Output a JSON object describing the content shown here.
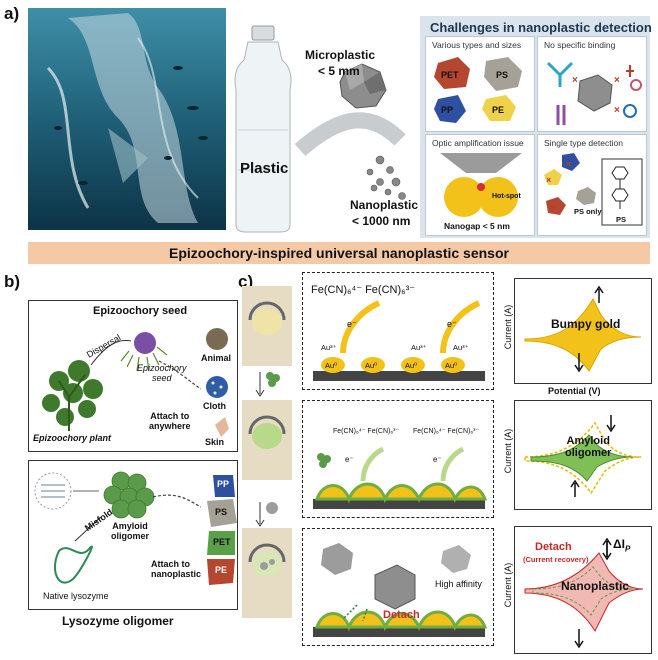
{
  "panel_a": {
    "letter": "a)",
    "plastic_label": "Plastic",
    "micro_title": "Microplastic",
    "micro_size": "< 5 mm",
    "nano_title": "Nanoplastic",
    "nano_size": "< 1000 nm",
    "challenges": {
      "title": "Challenges in nanoplastic detection",
      "cell1": {
        "title": "Various types and sizes",
        "types": [
          "PET",
          "PS",
          "PP",
          "PE"
        ]
      },
      "cell2": {
        "title": "No specific binding"
      },
      "cell3": {
        "title": "Optic amplification issue",
        "hotspot": "Hot-spot",
        "nanogap": "Nanogap < 5 nm"
      },
      "cell4": {
        "title": "Single type detection",
        "ps_only": "PS only",
        "ps": "PS"
      }
    },
    "banner": "Epizoochory-inspired universal nanoplastic sensor"
  },
  "panel_b": {
    "letter": "b)",
    "seed_title": "Epizoochory seed",
    "dispersal": "Dispersal",
    "seed_label": "Epizoochory\nseed",
    "plant_label": "Epizoochory plant",
    "animal": "Animal",
    "cloth": "Cloth",
    "attach_anywhere": "Attach to\nanywhere",
    "skin": "Skin",
    "misfold": "Misfold",
    "amyloid": "Amyloid\noligomer",
    "native": "Native lysozyme",
    "attach_nano": "Attach to\nnanoplastic",
    "types": [
      "PP",
      "PS",
      "PET",
      "PE"
    ],
    "lyso_title": "Lysozyme oligomer"
  },
  "panel_c": {
    "letter": "c)",
    "redox": "Fe(CN)₆⁴⁻  Fe(CN)₆³⁻",
    "e": "e⁻",
    "au3": "Au³⁺",
    "au0": "Au⁰",
    "redox_small": "Fe(CN)₆⁴⁻  Fe(CN)₆³⁻",
    "detach": "Detach",
    "high_affinity": "High affinity",
    "graph1": {
      "ylabel": "Current (A)",
      "xlabel": "Potential (V)",
      "label": "Bumpy gold"
    },
    "graph2": {
      "ylabel": "Current (A)",
      "label": "Amyloid\noligomer"
    },
    "graph3": {
      "ylabel": "Current (A)",
      "label": "Nanoplastic",
      "detach": "Detach",
      "recovery": "(Current recovery)",
      "delta": "ΔI",
      "delta_sub": "P"
    }
  },
  "colors": {
    "banner": "#f6c9a6",
    "gold": "#f2c21b",
    "green": "#6fae3f",
    "red": "#d9534f",
    "challenge_bg": "#dbe3ec"
  }
}
